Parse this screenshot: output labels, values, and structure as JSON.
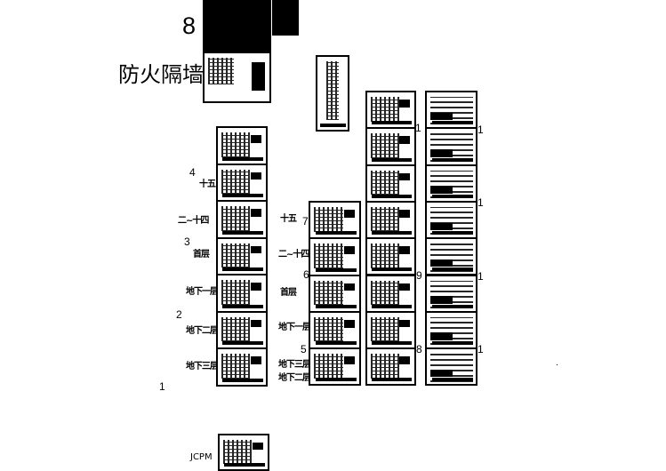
{
  "title": {
    "number": "8",
    "text": "防火隔墙"
  },
  "column_a": {
    "group_numbers": [
      "4",
      "3",
      "2",
      "1"
    ],
    "floor_labels": [
      "十五",
      "二~十四",
      "首层",
      "地下一层",
      "地下二层",
      "地下三层"
    ]
  },
  "column_b": {
    "group_numbers": [
      "7",
      "6",
      "5"
    ],
    "floor_labels": [
      "十五",
      "二~十四",
      "首层",
      "地下一层",
      "地下三层",
      "地下二层"
    ]
  },
  "column_c": {
    "markers": [
      "1",
      "9",
      "8"
    ]
  },
  "column_d": {
    "markers": [
      "1",
      "1",
      "1",
      "1"
    ]
  },
  "foundation": {
    "label": "JCPM"
  }
}
